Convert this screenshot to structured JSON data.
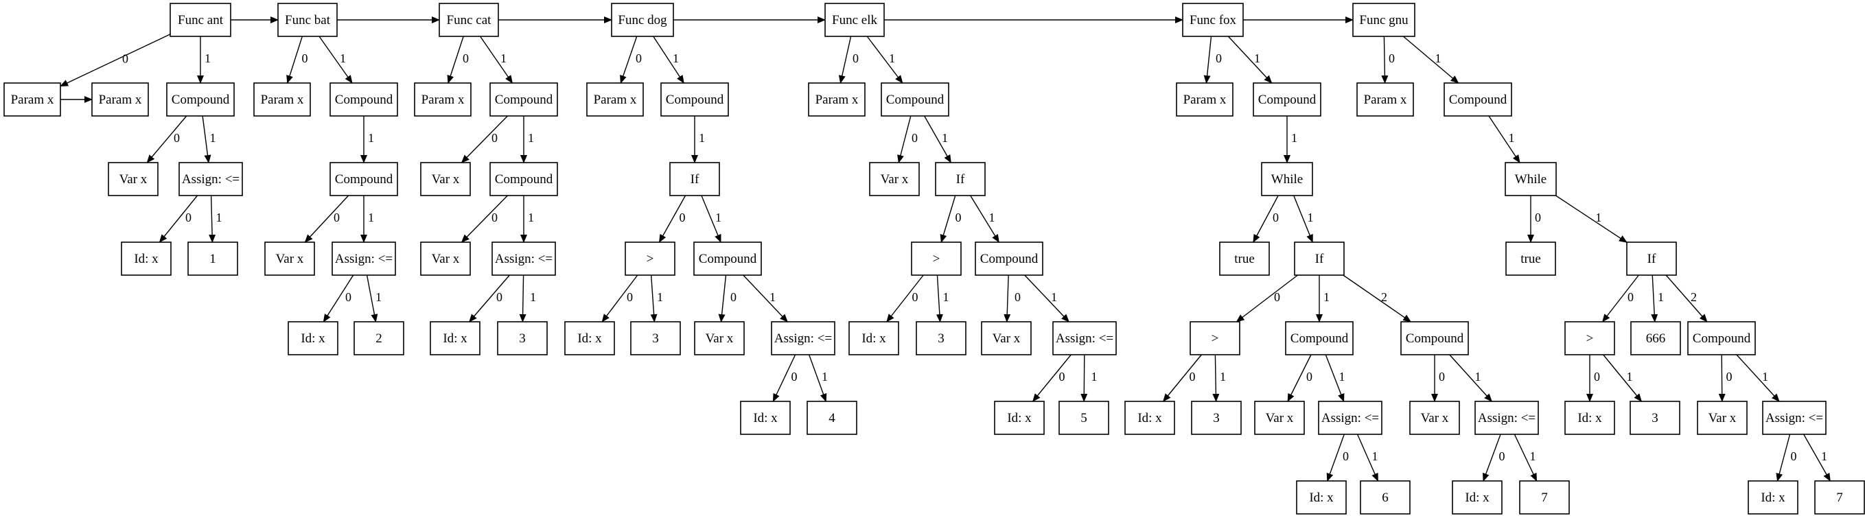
{
  "nodes": [
    {
      "id": "f_ant",
      "label": "Func ant"
    },
    {
      "id": "f_bat",
      "label": "Func bat"
    },
    {
      "id": "f_cat",
      "label": "Func cat"
    },
    {
      "id": "f_dog",
      "label": "Func dog"
    },
    {
      "id": "f_elk",
      "label": "Func elk"
    },
    {
      "id": "f_fox",
      "label": "Func fox"
    },
    {
      "id": "f_gnu",
      "label": "Func gnu"
    },
    {
      "id": "a_p1",
      "label": "Param x"
    },
    {
      "id": "a_p2",
      "label": "Param x"
    },
    {
      "id": "a_c",
      "label": "Compound"
    },
    {
      "id": "a_v",
      "label": "Var x"
    },
    {
      "id": "a_as",
      "label": "Assign: <="
    },
    {
      "id": "a_id",
      "label": "Id: x"
    },
    {
      "id": "a_n",
      "label": "1"
    },
    {
      "id": "b_p",
      "label": "Param x"
    },
    {
      "id": "b_c",
      "label": "Compound"
    },
    {
      "id": "b_c2",
      "label": "Compound"
    },
    {
      "id": "b_v",
      "label": "Var x"
    },
    {
      "id": "b_as",
      "label": "Assign: <="
    },
    {
      "id": "b_id",
      "label": "Id: x"
    },
    {
      "id": "b_n",
      "label": "2"
    },
    {
      "id": "c_p",
      "label": "Param x"
    },
    {
      "id": "c_c",
      "label": "Compound"
    },
    {
      "id": "c_v",
      "label": "Var x"
    },
    {
      "id": "c_c2",
      "label": "Compound"
    },
    {
      "id": "c_v2",
      "label": "Var x"
    },
    {
      "id": "c_as",
      "label": "Assign: <="
    },
    {
      "id": "c_id",
      "label": "Id: x"
    },
    {
      "id": "c_n",
      "label": "3"
    },
    {
      "id": "d_p",
      "label": "Param x"
    },
    {
      "id": "d_c",
      "label": "Compound"
    },
    {
      "id": "d_if",
      "label": "If"
    },
    {
      "id": "d_gt",
      "label": ">"
    },
    {
      "id": "d_c2",
      "label": "Compound"
    },
    {
      "id": "d_id",
      "label": "Id: x"
    },
    {
      "id": "d_3",
      "label": "3"
    },
    {
      "id": "d_v",
      "label": "Var x"
    },
    {
      "id": "d_as",
      "label": "Assign: <="
    },
    {
      "id": "d_id2",
      "label": "Id: x"
    },
    {
      "id": "d_4",
      "label": "4"
    },
    {
      "id": "e_p",
      "label": "Param x"
    },
    {
      "id": "e_c",
      "label": "Compound"
    },
    {
      "id": "e_v",
      "label": "Var x"
    },
    {
      "id": "e_if",
      "label": "If"
    },
    {
      "id": "e_gt",
      "label": ">"
    },
    {
      "id": "e_c2",
      "label": "Compound"
    },
    {
      "id": "e_id",
      "label": "Id: x"
    },
    {
      "id": "e_3",
      "label": "3"
    },
    {
      "id": "e_v2",
      "label": "Var x"
    },
    {
      "id": "e_as",
      "label": "Assign: <="
    },
    {
      "id": "e_id2",
      "label": "Id: x"
    },
    {
      "id": "e_5",
      "label": "5"
    },
    {
      "id": "x_p",
      "label": "Param x"
    },
    {
      "id": "x_c",
      "label": "Compound"
    },
    {
      "id": "x_wh",
      "label": "While"
    },
    {
      "id": "x_true",
      "label": "true"
    },
    {
      "id": "x_if",
      "label": "If"
    },
    {
      "id": "x_gt",
      "label": ">"
    },
    {
      "id": "x_c1",
      "label": "Compound"
    },
    {
      "id": "x_c2",
      "label": "Compound"
    },
    {
      "id": "x_id",
      "label": "Id: x"
    },
    {
      "id": "x_3",
      "label": "3"
    },
    {
      "id": "x_v1",
      "label": "Var x"
    },
    {
      "id": "x_as1",
      "label": "Assign: <="
    },
    {
      "id": "x_v2",
      "label": "Var x"
    },
    {
      "id": "x_as2",
      "label": "Assign: <="
    },
    {
      "id": "x_id1",
      "label": "Id: x"
    },
    {
      "id": "x_6",
      "label": "6"
    },
    {
      "id": "x_id2",
      "label": "Id: x"
    },
    {
      "id": "x_7",
      "label": "7"
    },
    {
      "id": "g_p",
      "label": "Param x"
    },
    {
      "id": "g_c",
      "label": "Compound"
    },
    {
      "id": "g_wh",
      "label": "While"
    },
    {
      "id": "g_true",
      "label": "true"
    },
    {
      "id": "g_if",
      "label": "If"
    },
    {
      "id": "g_gt",
      "label": ">"
    },
    {
      "id": "g_666",
      "label": "666"
    },
    {
      "id": "g_c2",
      "label": "Compound"
    },
    {
      "id": "g_id",
      "label": "Id: x"
    },
    {
      "id": "g_3",
      "label": "3"
    },
    {
      "id": "g_v",
      "label": "Var x"
    },
    {
      "id": "g_as",
      "label": "Assign: <="
    },
    {
      "id": "g_id2",
      "label": "Id: x"
    },
    {
      "id": "g_7",
      "label": "7"
    }
  ],
  "edges": [
    {
      "from": "f_ant",
      "to": "f_bat",
      "label": ""
    },
    {
      "from": "f_bat",
      "to": "f_cat",
      "label": ""
    },
    {
      "from": "f_cat",
      "to": "f_dog",
      "label": ""
    },
    {
      "from": "f_dog",
      "to": "f_elk",
      "label": ""
    },
    {
      "from": "f_elk",
      "to": "f_fox",
      "label": ""
    },
    {
      "from": "f_fox",
      "to": "f_gnu",
      "label": ""
    },
    {
      "from": "f_ant",
      "to": "a_p1",
      "label": "0"
    },
    {
      "from": "f_ant",
      "to": "a_c",
      "label": "1"
    },
    {
      "from": "a_p1",
      "to": "a_p2",
      "label": ""
    },
    {
      "from": "a_c",
      "to": "a_v",
      "label": "0"
    },
    {
      "from": "a_c",
      "to": "a_as",
      "label": "1"
    },
    {
      "from": "a_as",
      "to": "a_id",
      "label": "0"
    },
    {
      "from": "a_as",
      "to": "a_n",
      "label": "1"
    },
    {
      "from": "f_bat",
      "to": "b_p",
      "label": "0"
    },
    {
      "from": "f_bat",
      "to": "b_c",
      "label": "1"
    },
    {
      "from": "b_c",
      "to": "b_c2",
      "label": "1"
    },
    {
      "from": "b_c2",
      "to": "b_v",
      "label": "0"
    },
    {
      "from": "b_c2",
      "to": "b_as",
      "label": "1"
    },
    {
      "from": "b_as",
      "to": "b_id",
      "label": "0"
    },
    {
      "from": "b_as",
      "to": "b_n",
      "label": "1"
    },
    {
      "from": "f_cat",
      "to": "c_p",
      "label": "0"
    },
    {
      "from": "f_cat",
      "to": "c_c",
      "label": "1"
    },
    {
      "from": "c_c",
      "to": "c_v",
      "label": "0"
    },
    {
      "from": "c_c",
      "to": "c_c2",
      "label": "1"
    },
    {
      "from": "c_c2",
      "to": "c_v2",
      "label": "0"
    },
    {
      "from": "c_c2",
      "to": "c_as",
      "label": "1"
    },
    {
      "from": "c_as",
      "to": "c_id",
      "label": "0"
    },
    {
      "from": "c_as",
      "to": "c_n",
      "label": "1"
    },
    {
      "from": "f_dog",
      "to": "d_p",
      "label": "0"
    },
    {
      "from": "f_dog",
      "to": "d_c",
      "label": "1"
    },
    {
      "from": "d_c",
      "to": "d_if",
      "label": "1"
    },
    {
      "from": "d_if",
      "to": "d_gt",
      "label": "0"
    },
    {
      "from": "d_if",
      "to": "d_c2",
      "label": "1"
    },
    {
      "from": "d_gt",
      "to": "d_id",
      "label": "0"
    },
    {
      "from": "d_gt",
      "to": "d_3",
      "label": "1"
    },
    {
      "from": "d_c2",
      "to": "d_v",
      "label": "0"
    },
    {
      "from": "d_c2",
      "to": "d_as",
      "label": "1"
    },
    {
      "from": "d_as",
      "to": "d_id2",
      "label": "0"
    },
    {
      "from": "d_as",
      "to": "d_4",
      "label": "1"
    },
    {
      "from": "f_elk",
      "to": "e_p",
      "label": "0"
    },
    {
      "from": "f_elk",
      "to": "e_c",
      "label": "1"
    },
    {
      "from": "e_c",
      "to": "e_v",
      "label": "0"
    },
    {
      "from": "e_c",
      "to": "e_if",
      "label": "1"
    },
    {
      "from": "e_if",
      "to": "e_gt",
      "label": "0"
    },
    {
      "from": "e_if",
      "to": "e_c2",
      "label": "1"
    },
    {
      "from": "e_gt",
      "to": "e_id",
      "label": "0"
    },
    {
      "from": "e_gt",
      "to": "e_3",
      "label": "1"
    },
    {
      "from": "e_c2",
      "to": "e_v2",
      "label": "0"
    },
    {
      "from": "e_c2",
      "to": "e_as",
      "label": "1"
    },
    {
      "from": "e_as",
      "to": "e_id2",
      "label": "0"
    },
    {
      "from": "e_as",
      "to": "e_5",
      "label": "1"
    },
    {
      "from": "f_fox",
      "to": "x_p",
      "label": "0"
    },
    {
      "from": "f_fox",
      "to": "x_c",
      "label": "1"
    },
    {
      "from": "x_c",
      "to": "x_wh",
      "label": "1"
    },
    {
      "from": "x_wh",
      "to": "x_true",
      "label": "0"
    },
    {
      "from": "x_wh",
      "to": "x_if",
      "label": "1"
    },
    {
      "from": "x_if",
      "to": "x_gt",
      "label": "0"
    },
    {
      "from": "x_if",
      "to": "x_c1",
      "label": "1"
    },
    {
      "from": "x_if",
      "to": "x_c2",
      "label": "2"
    },
    {
      "from": "x_gt",
      "to": "x_id",
      "label": "0"
    },
    {
      "from": "x_gt",
      "to": "x_3",
      "label": "1"
    },
    {
      "from": "x_c1",
      "to": "x_v1",
      "label": "0"
    },
    {
      "from": "x_c1",
      "to": "x_as1",
      "label": "1"
    },
    {
      "from": "x_c2",
      "to": "x_v2",
      "label": "0"
    },
    {
      "from": "x_c2",
      "to": "x_as2",
      "label": "1"
    },
    {
      "from": "x_as1",
      "to": "x_id1",
      "label": "0"
    },
    {
      "from": "x_as1",
      "to": "x_6",
      "label": "1"
    },
    {
      "from": "x_as2",
      "to": "x_id2",
      "label": "0"
    },
    {
      "from": "x_as2",
      "to": "x_7",
      "label": "1"
    },
    {
      "from": "f_gnu",
      "to": "g_p",
      "label": "0"
    },
    {
      "from": "f_gnu",
      "to": "g_c",
      "label": "1"
    },
    {
      "from": "g_c",
      "to": "g_wh",
      "label": "1"
    },
    {
      "from": "g_wh",
      "to": "g_true",
      "label": "0"
    },
    {
      "from": "g_wh",
      "to": "g_if",
      "label": "1"
    },
    {
      "from": "g_if",
      "to": "g_gt",
      "label": "0"
    },
    {
      "from": "g_if",
      "to": "g_666",
      "label": "1"
    },
    {
      "from": "g_if",
      "to": "g_c2",
      "label": "2"
    },
    {
      "from": "g_gt",
      "to": "g_id",
      "label": "0"
    },
    {
      "from": "g_gt",
      "to": "g_3",
      "label": "1"
    },
    {
      "from": "g_c2",
      "to": "g_v",
      "label": "0"
    },
    {
      "from": "g_c2",
      "to": "g_as",
      "label": "1"
    },
    {
      "from": "g_as",
      "to": "g_id2",
      "label": "0"
    },
    {
      "from": "g_as",
      "to": "g_7",
      "label": "1"
    }
  ]
}
